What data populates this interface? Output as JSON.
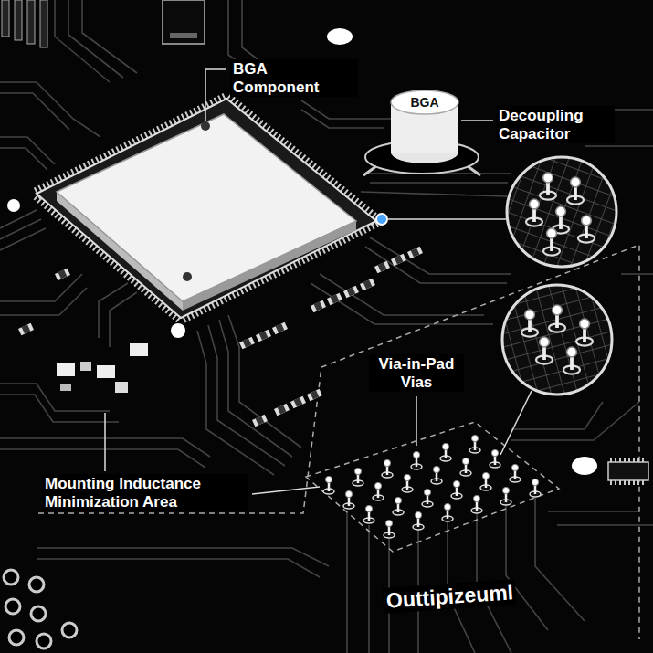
{
  "diagram": {
    "labels": [
      "BGA Component",
      "BGA",
      "Decoupling Capacitor",
      "Via-in-Pad Vias",
      "Mounting Inductance Minimization Area",
      "Outtipizeuml"
    ]
  }
}
